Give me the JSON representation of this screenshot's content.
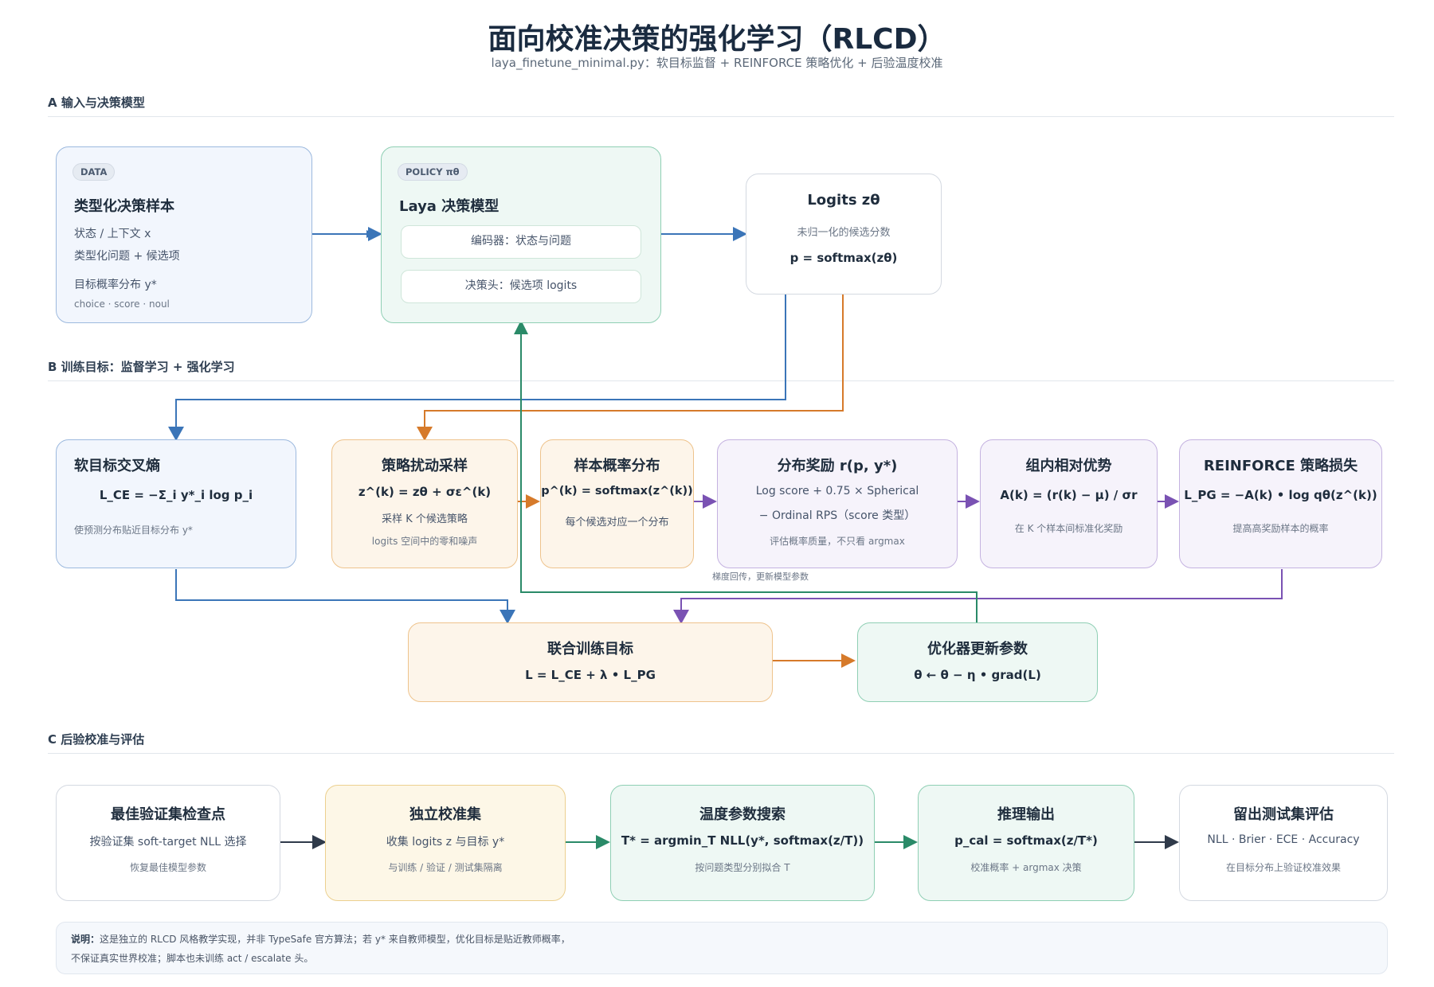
{
  "header": {
    "title": "面向校准决策的强化学习（RLCD）",
    "subtitle": "laya_finetune_minimal.py：软目标监督 + REINFORCE 策略优化 + 后验温度校准"
  },
  "sections": {
    "a": "A 输入与决策模型",
    "b": "B 训练目标：监督学习 + 强化学习",
    "c": "C 后验校准与评估"
  },
  "section_a": {
    "data_box": {
      "badge": "DATA",
      "title": "类型化决策样本",
      "line1": "状态 / 上下文 x",
      "line2": "类型化问题 + 候选项",
      "line3": "目标概率分布 y*",
      "line4": "choice · score · noul"
    },
    "policy_box": {
      "badge": "POLICY πθ",
      "title": "Laya 决策模型",
      "encoder": "编码器：状态与问题",
      "head": "决策头：候选项 logits"
    },
    "logits_box": {
      "title": "Logits zθ",
      "desc": "未归一化的候选分数",
      "formula": "p = softmax(zθ)"
    }
  },
  "section_b": {
    "ce": {
      "title": "软目标交叉熵",
      "formula": "L_CE = −Σ_i y*_i log p_i",
      "note": "使预测分布贴近目标分布 y*"
    },
    "sample": {
      "title": "策略扰动采样",
      "formula": "z^(k) = zθ + σε^(k)",
      "line": "采样 K 个候选策略",
      "note": "logits 空间中的零和噪声"
    },
    "dist": {
      "title": "样本概率分布",
      "formula": "p^(k) = softmax(z^(k))",
      "line": "每个候选对应一个分布"
    },
    "reward": {
      "title": "分布奖励 r(p, y*)",
      "line1": "Log score + 0.75 × Spherical",
      "line2": "− Ordinal RPS（score 类型）",
      "note": "评估概率质量，不只看 argmax"
    },
    "adv": {
      "title": "组内相对优势",
      "formula": "A(k) = (r(k) − μ) / σr",
      "note": "在 K 个样本间标准化奖励"
    },
    "pg": {
      "title": "REINFORCE 策略损失",
      "formula": "L_PG = −A(k) • log qθ(z^(k))",
      "note": "提高高奖励样本的概率"
    },
    "backprop_note": "梯度回传，更新模型参数",
    "joint": {
      "title": "联合训练目标",
      "formula": "L = L_CE + λ • L_PG"
    },
    "opt": {
      "title": "优化器更新参数",
      "formula": "θ ← θ − η • grad(L)"
    }
  },
  "section_c": {
    "ckpt": {
      "title": "最佳验证集检查点",
      "line": "按验证集 soft-target NLL 选择",
      "note": "恢复最佳模型参数"
    },
    "calib": {
      "title": "独立校准集",
      "line": "收集 logits z 与目标 y*",
      "note": "与训练 / 验证 / 测试集隔离"
    },
    "temp": {
      "title": "温度参数搜索",
      "formula": "T* = argmin_T NLL(y*, softmax(z/T))",
      "note": "按问题类型分别拟合 T"
    },
    "infer": {
      "title": "推理输出",
      "formula": "p_cal = softmax(z/T*)",
      "note": "校准概率 + argmax 决策"
    },
    "eval": {
      "title": "留出测试集评估",
      "line": "NLL · Brier · ECE · Accuracy",
      "note": "在目标分布上验证校准效果"
    }
  },
  "footnote": {
    "label": "说明：",
    "line1": "这是独立的 RLCD 风格教学实现，并非 TypeSafe 官方算法；若 y* 来自教师模型，优化目标是贴近教师概率，",
    "line2": "不保证真实世界校准；脚本也未训练 act / escalate 头。"
  },
  "colors": {
    "blue": "#3b75b8",
    "orange": "#d67a2a",
    "purple": "#7a52b3",
    "green": "#2a8a68",
    "dark": "#2f3a4a"
  }
}
